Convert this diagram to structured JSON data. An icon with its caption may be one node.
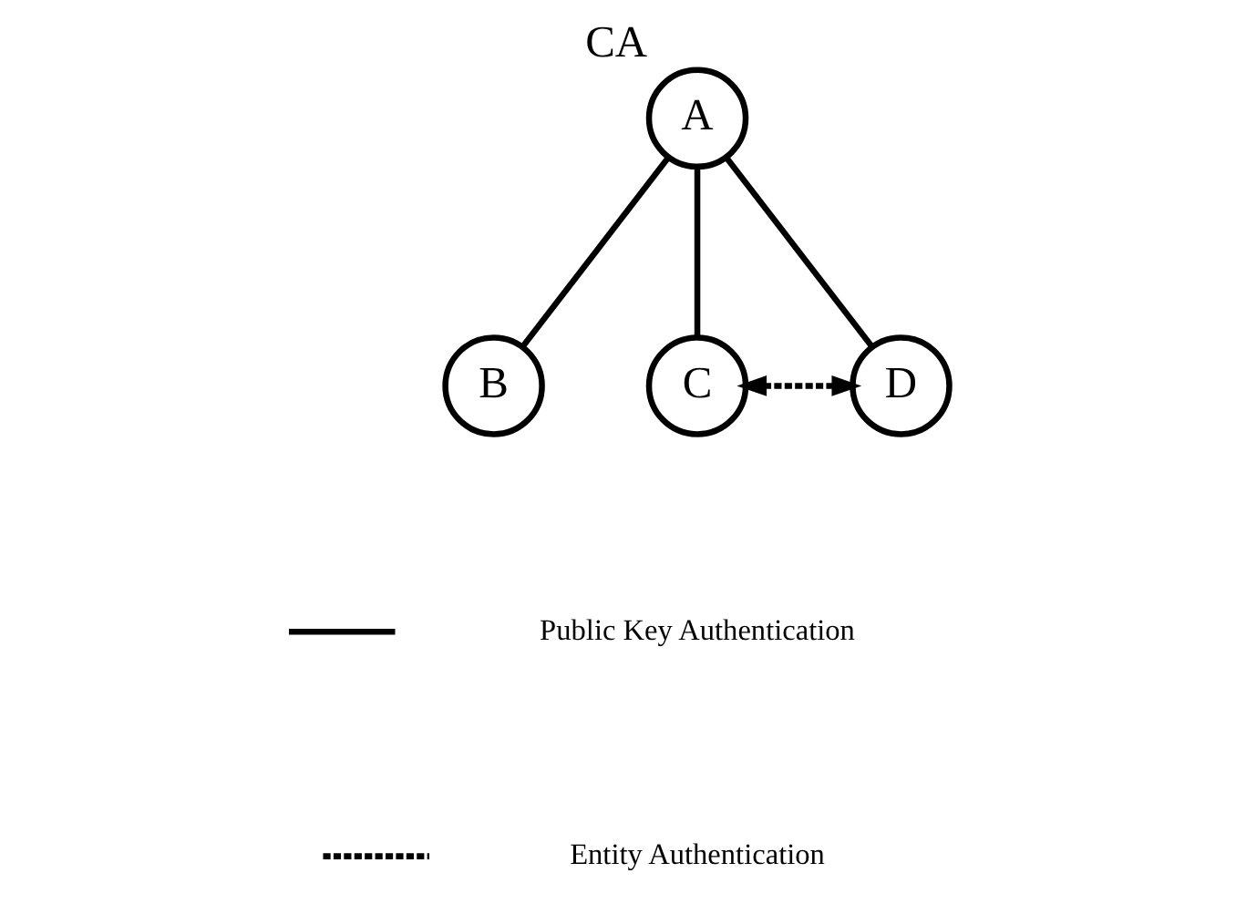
{
  "diagram": {
    "nodes": [
      {
        "text": [
          "A"
        ],
        "beside": [
          "CA"
        ]
      },
      {
        "text": [
          "B"
        ]
      },
      {
        "text": [
          "C"
        ]
      },
      {
        "text": [
          "D"
        ]
      }
    ],
    "edges": [
      {
        "from": 0,
        "to": 1,
        "arrow": "none"
      },
      {
        "from": 0,
        "to": 2,
        "arrow": "none"
      },
      {
        "from": 0,
        "to": 3,
        "arrow": "none"
      },
      {
        "from": 2,
        "to": 3,
        "arrow": "both",
        "style": "dashed"
      }
    ],
    "legend": [
      {
        "text": "Public Key Authentication"
      },
      {
        "text": "Entity Authentication"
      }
    ]
  }
}
